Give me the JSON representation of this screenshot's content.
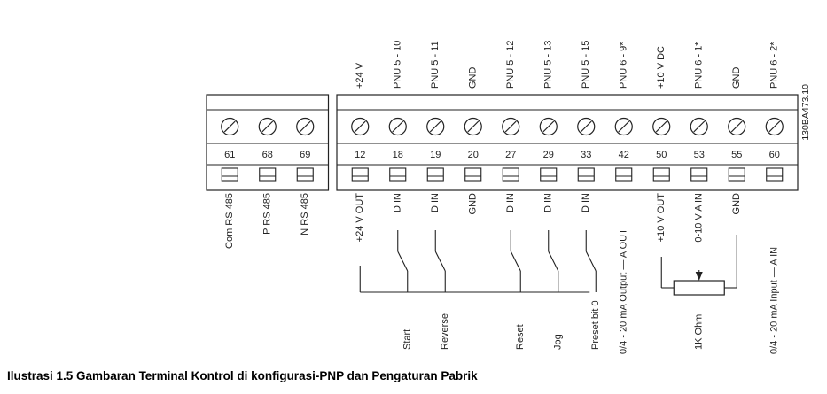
{
  "caption": "Ilustrasi 1.5 Gambaran Terminal Kontrol di konfigurasi-PNP dan Pengaturan Pabrik",
  "doc_code": "130BA473.10",
  "left_block": {
    "terminals": [
      "61",
      "68",
      "69"
    ],
    "bottom_labels": [
      "Com RS 485",
      "P RS 485",
      "N RS 485"
    ]
  },
  "right_block": {
    "terminals": [
      "12",
      "18",
      "19",
      "20",
      "27",
      "29",
      "33",
      "42",
      "50",
      "53",
      "55",
      "60"
    ],
    "top_labels": [
      "+24 V",
      "PNU 5 - 10",
      "PNU 5 - 11",
      "GND",
      "PNU 5 - 12",
      "PNU 5 - 13",
      "PNU 5 - 15",
      "PNU 6 - 9*",
      "+10 V DC",
      "PNU 6 - 1*",
      "GND",
      "PNU 6 - 2*"
    ],
    "bottom_labels": [
      "+24 V OUT",
      "D IN",
      "D IN",
      "GND",
      "D IN",
      "D IN",
      "D IN",
      "0/4 - 20 mA Output — A OUT",
      "+10 V OUT",
      "0-10 V A IN",
      "GND",
      "0/4 - 20 mA Input — A IN"
    ]
  },
  "switch_labels": [
    "Start",
    "Reverse",
    "Reset",
    "Jog",
    "Preset bit 0"
  ],
  "resistor_label": "1K Ohm"
}
